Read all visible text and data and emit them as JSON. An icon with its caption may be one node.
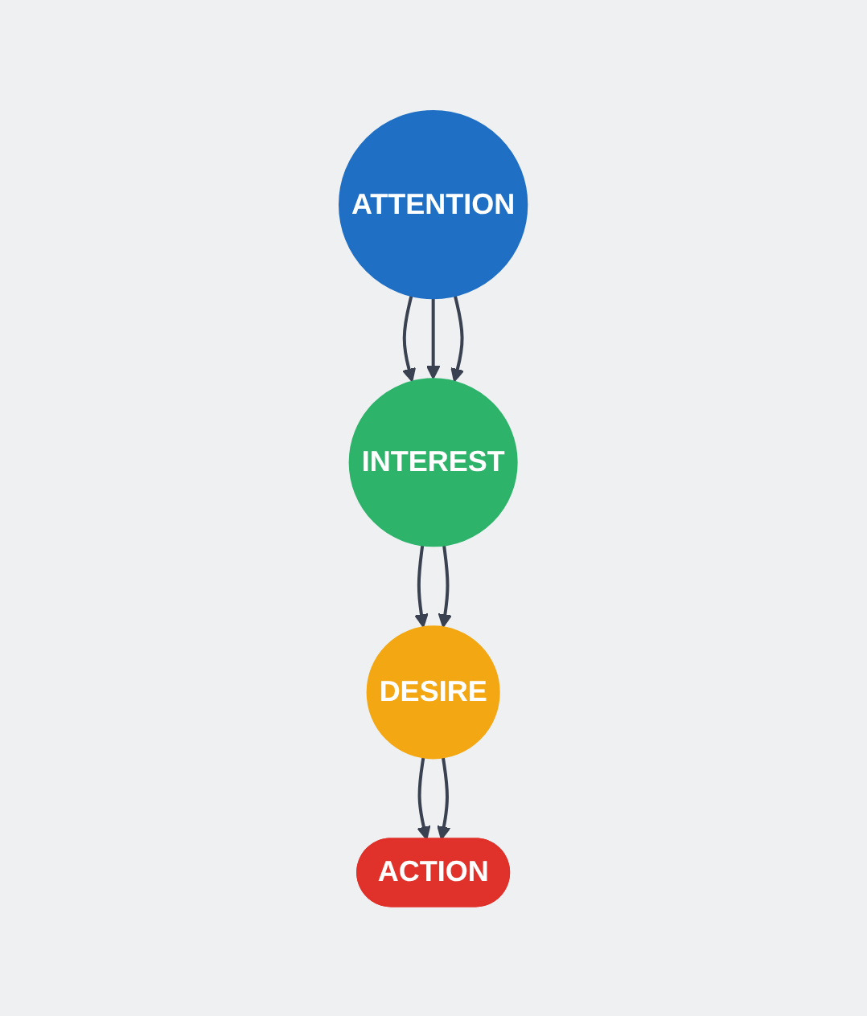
{
  "diagram": {
    "nodes": [
      {
        "text": [
          "ATTENTION"
        ]
      },
      {
        "text": [
          "INTEREST"
        ]
      },
      {
        "text": [
          "DESIRE"
        ]
      },
      {
        "text": [
          "ACTION"
        ]
      }
    ],
    "edges": [
      {
        "from": 0,
        "to": 1,
        "arrow": "to"
      },
      {
        "from": 0,
        "to": 1,
        "arrow": "to"
      },
      {
        "from": 0,
        "to": 1,
        "arrow": "to"
      },
      {
        "from": 1,
        "to": 2,
        "arrow": "to"
      },
      {
        "from": 1,
        "to": 2,
        "arrow": "to"
      },
      {
        "from": 2,
        "to": 3,
        "arrow": "to"
      },
      {
        "from": 2,
        "to": 3,
        "arrow": "to"
      }
    ]
  }
}
